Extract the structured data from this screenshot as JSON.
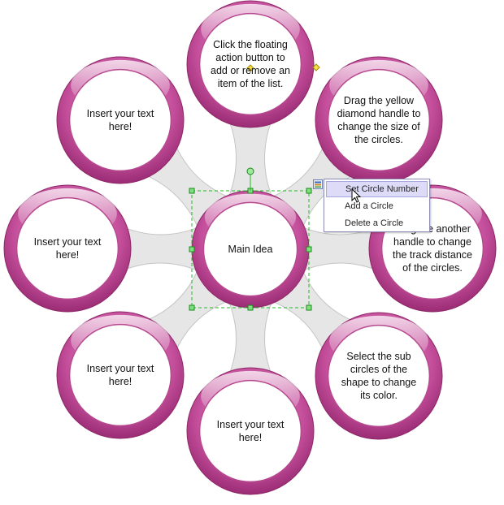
{
  "diagram": {
    "center": {
      "text": "Main Idea"
    },
    "circles": [
      {
        "text": "Click the floating action button to add or remove an item of the list."
      },
      {
        "text": "Drag the yellow diamond handle to change the size of the circles."
      },
      {
        "text": "Drag the another handle to change the track distance of the circles."
      },
      {
        "text": "Select the sub circles of the shape to change its color."
      },
      {
        "text": "Insert your text here!"
      },
      {
        "text": "Insert your text here!"
      },
      {
        "text": "Insert your text here!"
      },
      {
        "text": "Insert your text here!"
      }
    ]
  },
  "context_menu": {
    "items": [
      {
        "label": "Set Circle Number",
        "highlighted": true
      },
      {
        "label": "Add a Circle",
        "highlighted": false
      },
      {
        "label": "Delete a Circle",
        "highlighted": false
      }
    ]
  },
  "colors": {
    "ring_dark": "#a8337f",
    "ring_mid": "#c9529f",
    "ring_light": "#e9b6da",
    "connector": "#d0d0d0",
    "selection": "#22bb22",
    "diamond_handle": "#f5e04a",
    "menu_highlight": "#dcdcf8"
  },
  "icons": [
    "floating-action-icon",
    "yellow-diamond-handle-icon",
    "rotation-handle-icon",
    "mouse-cursor-icon"
  ]
}
